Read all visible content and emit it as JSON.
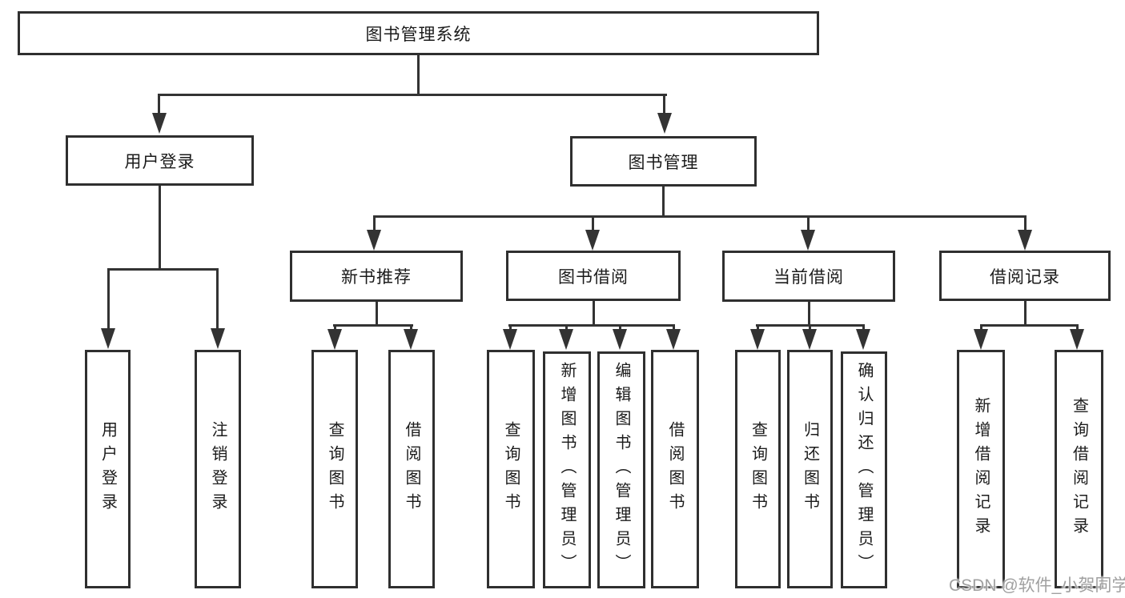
{
  "tree": {
    "root": {
      "label": "图书管理系统"
    },
    "branches": [
      {
        "label": "用户登录",
        "children": [
          {
            "label": "用户登录"
          },
          {
            "label": "注销登录"
          }
        ]
      },
      {
        "label": "图书管理",
        "children": [
          {
            "label": "新书推荐",
            "children": [
              {
                "label": "查询图书"
              },
              {
                "label": "借阅图书"
              }
            ]
          },
          {
            "label": "图书借阅",
            "children": [
              {
                "label": "查询图书"
              },
              {
                "label": "新增图书（管理员）"
              },
              {
                "label": "编辑图书（管理员）"
              },
              {
                "label": "借阅图书"
              }
            ]
          },
          {
            "label": "当前借阅",
            "children": [
              {
                "label": "查询图书"
              },
              {
                "label": "归还图书"
              },
              {
                "label": "确认归还（管理员）"
              }
            ]
          },
          {
            "label": "借阅记录",
            "children": [
              {
                "label": "新增借阅记录"
              },
              {
                "label": "查询借阅记录"
              }
            ]
          }
        ]
      }
    ]
  },
  "watermark": {
    "text": "CSDN @软件_小贺同学"
  },
  "colors": {
    "line": "#333333",
    "box_border": "#2f2f2f",
    "box_fill": "#ffffff",
    "text": "#1b1b1b",
    "watermark_text": "#a0a0a0",
    "background": "#ffffff"
  }
}
